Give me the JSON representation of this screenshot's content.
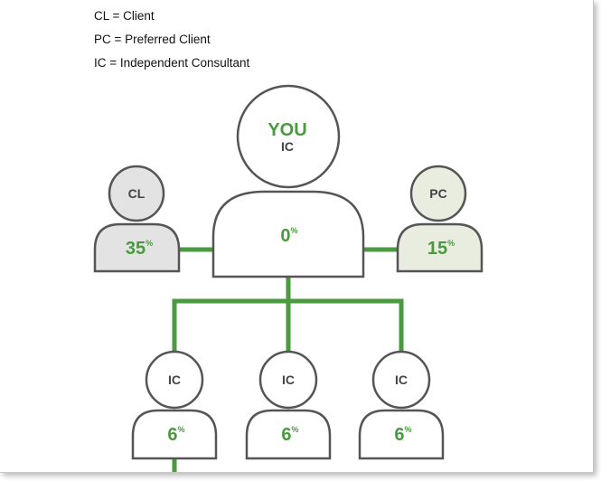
{
  "legend": {
    "items": [
      {
        "label": "CL = Client"
      },
      {
        "label": "PC = Preferred Client"
      },
      {
        "label": "IC = Independent Consultant"
      }
    ]
  },
  "colors": {
    "green": "#4a9a3f",
    "line": "#555555",
    "head_text": "#444444",
    "client_fill": "#e3e3e3",
    "preferred_fill": "#e8eddf"
  },
  "nodes": {
    "you": {
      "title": "YOU",
      "role": "IC",
      "percent": "0",
      "unit": "%"
    },
    "client": {
      "role": "CL",
      "percent": "35",
      "unit": "%"
    },
    "preferred": {
      "role": "PC",
      "percent": "15",
      "unit": "%"
    },
    "ic": [
      {
        "role": "IC",
        "percent": "6",
        "unit": "%"
      },
      {
        "role": "IC",
        "percent": "6",
        "unit": "%"
      },
      {
        "role": "IC",
        "percent": "6",
        "unit": "%"
      }
    ]
  }
}
